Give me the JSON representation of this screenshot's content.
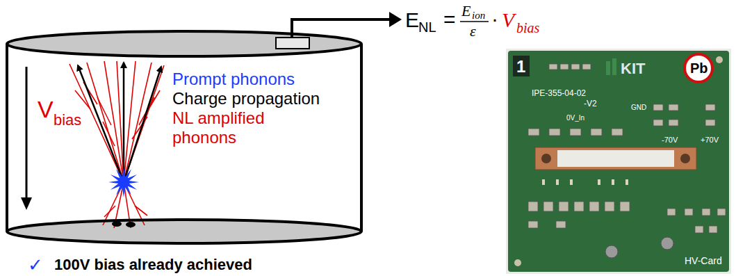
{
  "diagram": {
    "nodes": [
      {
        "text": [
          "Prompt phonons",
          "Charge propagation",
          "NL amplified phonons"
        ]
      }
    ],
    "labels": [
      "E",
      "NL",
      "=",
      "E",
      "ion",
      "ε",
      "·",
      "V",
      "bias",
      "V",
      "bias",
      "✓",
      "100V bias already achieved",
      "1",
      "KIT",
      "Pb",
      "IPE-355-04-02",
      "-V2",
      "0V_In",
      "GND",
      "-70V",
      "+70V",
      "HV-Card"
    ]
  }
}
